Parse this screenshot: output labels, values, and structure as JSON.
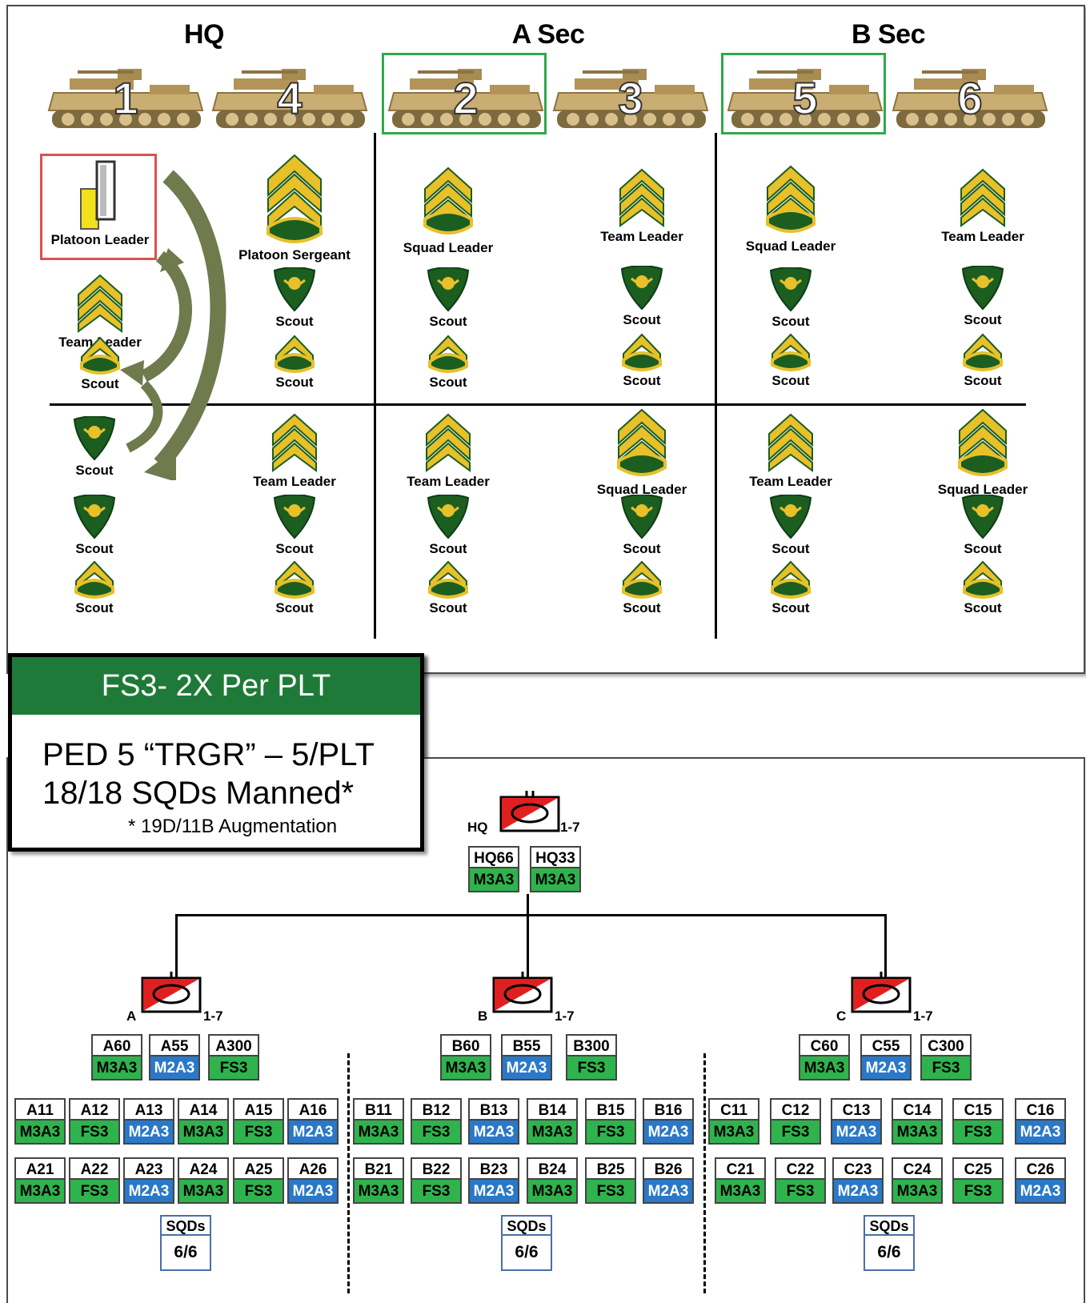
{
  "top_panel": {
    "sections": [
      "HQ",
      "A Sec",
      "B Sec"
    ],
    "vehicles": [
      "1",
      "4",
      "2",
      "3",
      "5",
      "6"
    ],
    "roles": {
      "hq_left_upper": [
        "Platoon Leader",
        "Team Leader",
        "Scout"
      ],
      "hq_right_upper": [
        "Platoon Sergeant",
        "Scout",
        "Scout"
      ],
      "a_left_upper": [
        "Squad Leader",
        "Scout",
        "Scout"
      ],
      "a_right_upper": [
        "Team Leader",
        "Scout",
        "Scout"
      ],
      "b_left_upper": [
        "Squad Leader",
        "Scout",
        "Scout"
      ],
      "b_right_upper": [
        "Team Leader",
        "Scout",
        "Scout"
      ],
      "hq_left_lower": [
        "Scout",
        "Scout",
        "Scout"
      ],
      "hq_right_lower": [
        "Team Leader",
        "Scout",
        "Scout"
      ],
      "a_left_lower": [
        "Team Leader",
        "Scout",
        "Scout"
      ],
      "a_right_lower": [
        "Squad Leader",
        "Scout",
        "Scout"
      ],
      "b_left_lower": [
        "Team Leader",
        "Scout",
        "Scout"
      ],
      "b_right_lower": [
        "Squad Leader",
        "Scout",
        "Scout"
      ]
    }
  },
  "callout": {
    "header": "FS3- 2X Per PLT",
    "line1": "PED 5 “TRGR” – 5/PLT",
    "line2": "18/18 SQDs Manned*",
    "note": "* 19D/11B Augmentation"
  },
  "org": {
    "hq": {
      "label": "HQ",
      "suffix": "1-7",
      "vehicles": [
        {
          "id": "HQ66",
          "type": "M3A3"
        },
        {
          "id": "HQ33",
          "type": "M3A3"
        }
      ]
    },
    "troops": [
      {
        "label": "A",
        "suffix": "1-7",
        "hq_vehicles": [
          {
            "id": "A60",
            "type": "M3A3"
          },
          {
            "id": "A55",
            "type": "M2A3"
          },
          {
            "id": "A300",
            "type": "FS3"
          }
        ],
        "row1": [
          {
            "id": "A11",
            "type": "M3A3"
          },
          {
            "id": "A12",
            "type": "FS3"
          },
          {
            "id": "A13",
            "type": "M2A3"
          },
          {
            "id": "A14",
            "type": "M3A3"
          },
          {
            "id": "A15",
            "type": "FS3"
          },
          {
            "id": "A16",
            "type": "M2A3"
          }
        ],
        "row2": [
          {
            "id": "A21",
            "type": "M3A3"
          },
          {
            "id": "A22",
            "type": "FS3"
          },
          {
            "id": "A23",
            "type": "M2A3"
          },
          {
            "id": "A24",
            "type": "M3A3"
          },
          {
            "id": "A25",
            "type": "FS3"
          },
          {
            "id": "A26",
            "type": "M2A3"
          }
        ],
        "sqds_label": "SQDs",
        "sqds_value": "6/6"
      },
      {
        "label": "B",
        "suffix": "1-7",
        "hq_vehicles": [
          {
            "id": "B60",
            "type": "M3A3"
          },
          {
            "id": "B55",
            "type": "M2A3"
          },
          {
            "id": "B300",
            "type": "FS3"
          }
        ],
        "row1": [
          {
            "id": "B11",
            "type": "M3A3"
          },
          {
            "id": "B12",
            "type": "FS3"
          },
          {
            "id": "B13",
            "type": "M2A3"
          },
          {
            "id": "B14",
            "type": "M3A3"
          },
          {
            "id": "B15",
            "type": "FS3"
          },
          {
            "id": "B16",
            "type": "M2A3"
          }
        ],
        "row2": [
          {
            "id": "B21",
            "type": "M3A3"
          },
          {
            "id": "B22",
            "type": "FS3"
          },
          {
            "id": "B23",
            "type": "M2A3"
          },
          {
            "id": "B24",
            "type": "M3A3"
          },
          {
            "id": "B25",
            "type": "FS3"
          },
          {
            "id": "B26",
            "type": "M2A3"
          }
        ],
        "sqds_label": "SQDs",
        "sqds_value": "6/6"
      },
      {
        "label": "C",
        "suffix": "1-7",
        "hq_vehicles": [
          {
            "id": "C60",
            "type": "M3A3"
          },
          {
            "id": "C55",
            "type": "M2A3"
          },
          {
            "id": "C300",
            "type": "FS3"
          }
        ],
        "row1": [
          {
            "id": "C11",
            "type": "M3A3"
          },
          {
            "id": "C12",
            "type": "FS3"
          },
          {
            "id": "C13",
            "type": "M2A3"
          },
          {
            "id": "C14",
            "type": "M3A3"
          },
          {
            "id": "C15",
            "type": "FS3"
          },
          {
            "id": "C16",
            "type": "M2A3"
          }
        ],
        "row2": [
          {
            "id": "C21",
            "type": "M3A3"
          },
          {
            "id": "C22",
            "type": "FS3"
          },
          {
            "id": "C23",
            "type": "M2A3"
          },
          {
            "id": "C24",
            "type": "M3A3"
          },
          {
            "id": "C25",
            "type": "FS3"
          },
          {
            "id": "C26",
            "type": "M2A3"
          }
        ],
        "sqds_label": "SQDs",
        "sqds_value": "6/6"
      }
    ]
  },
  "colors": {
    "green": "#2fb34c",
    "blue": "#2a78c8",
    "dark_green": "#1f7a3a",
    "tan": "#c9ad72",
    "chevron_gold": "#e7c02a",
    "outline_green": "#2faa4a",
    "pl_box_red": "#d9534f"
  }
}
